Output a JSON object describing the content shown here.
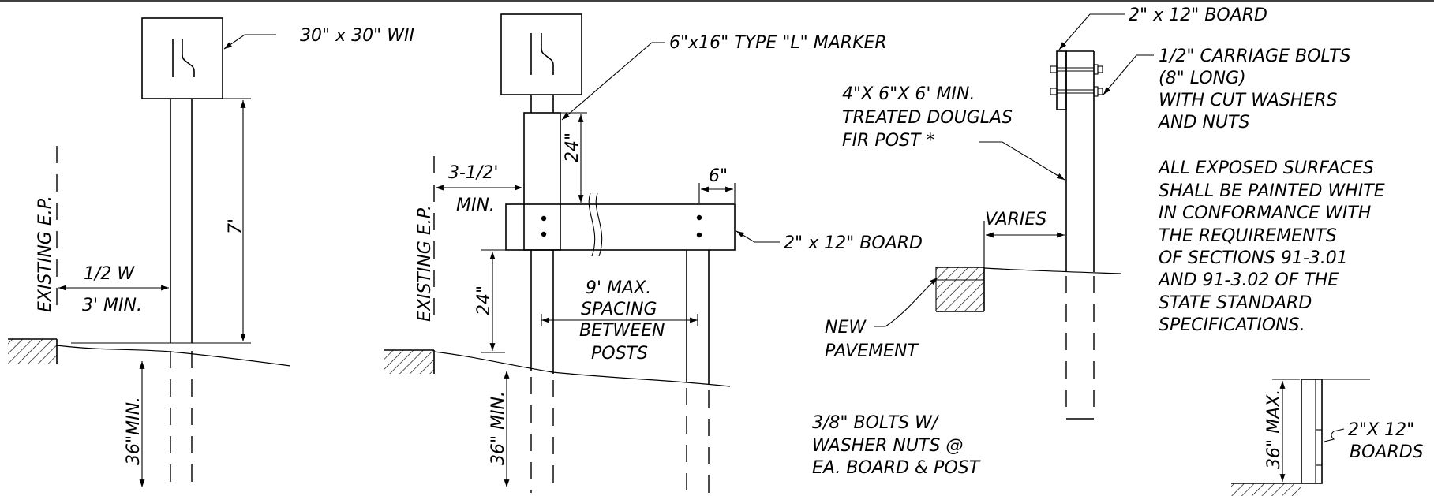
{
  "detail_left": {
    "sign_label": "30\" x 30\" WII",
    "existing_ep": "EXISTING E.P.",
    "offset_label_1": "1/2 W",
    "offset_label_2": "3' MIN.",
    "height_label": "7'",
    "embed_label": "36\"MIN."
  },
  "detail_center": {
    "marker_label": "6\"x16\" TYPE \"L\" MARKER",
    "existing_ep": "EXISTING E.P.",
    "offset_label_1": "3-1/2'",
    "offset_label_2": "MIN.",
    "marker_height_label": "24\"",
    "board_width_label": "6\"",
    "board_label": "2\" x 12\" BOARD",
    "board_height_label": "24\"",
    "spacing_label_1": "9' MAX.",
    "spacing_label_2": "SPACING",
    "spacing_label_3": "BETWEEN",
    "spacing_label_4": "POSTS",
    "embed_label": "36\" MIN."
  },
  "detail_right": {
    "board_label": "2\" x 12\" BOARD",
    "bolts_label": [
      "1/2\" CARRIAGE BOLTS",
      "(8\" LONG)",
      "WITH CUT WASHERS",
      "AND NUTS"
    ],
    "post_label": [
      "4\"X 6\"X 6' MIN.",
      "TREATED DOUGLAS",
      "FIR POST *"
    ],
    "varies_label": "VARIES",
    "new_pavement_label": [
      "NEW",
      "PAVEMENT"
    ],
    "paint_note": [
      "ALL EXPOSED SURFACES",
      "SHALL BE PAINTED WHITE",
      "IN CONFORMANCE WITH",
      "THE REQUIREMENTS",
      "OF SECTIONS 91-3.01",
      "AND 91-3.02 OF THE",
      "STATE STANDARD",
      "SPECIFICATIONS."
    ],
    "bolts_note": [
      "3/8\" BOLTS W/",
      "WASHER NUTS @",
      "EA. BOARD & POST"
    ]
  },
  "detail_small": {
    "height_label": "36\" MAX.",
    "boards_label": [
      "2\"X 12\"",
      "BOARDS"
    ]
  }
}
